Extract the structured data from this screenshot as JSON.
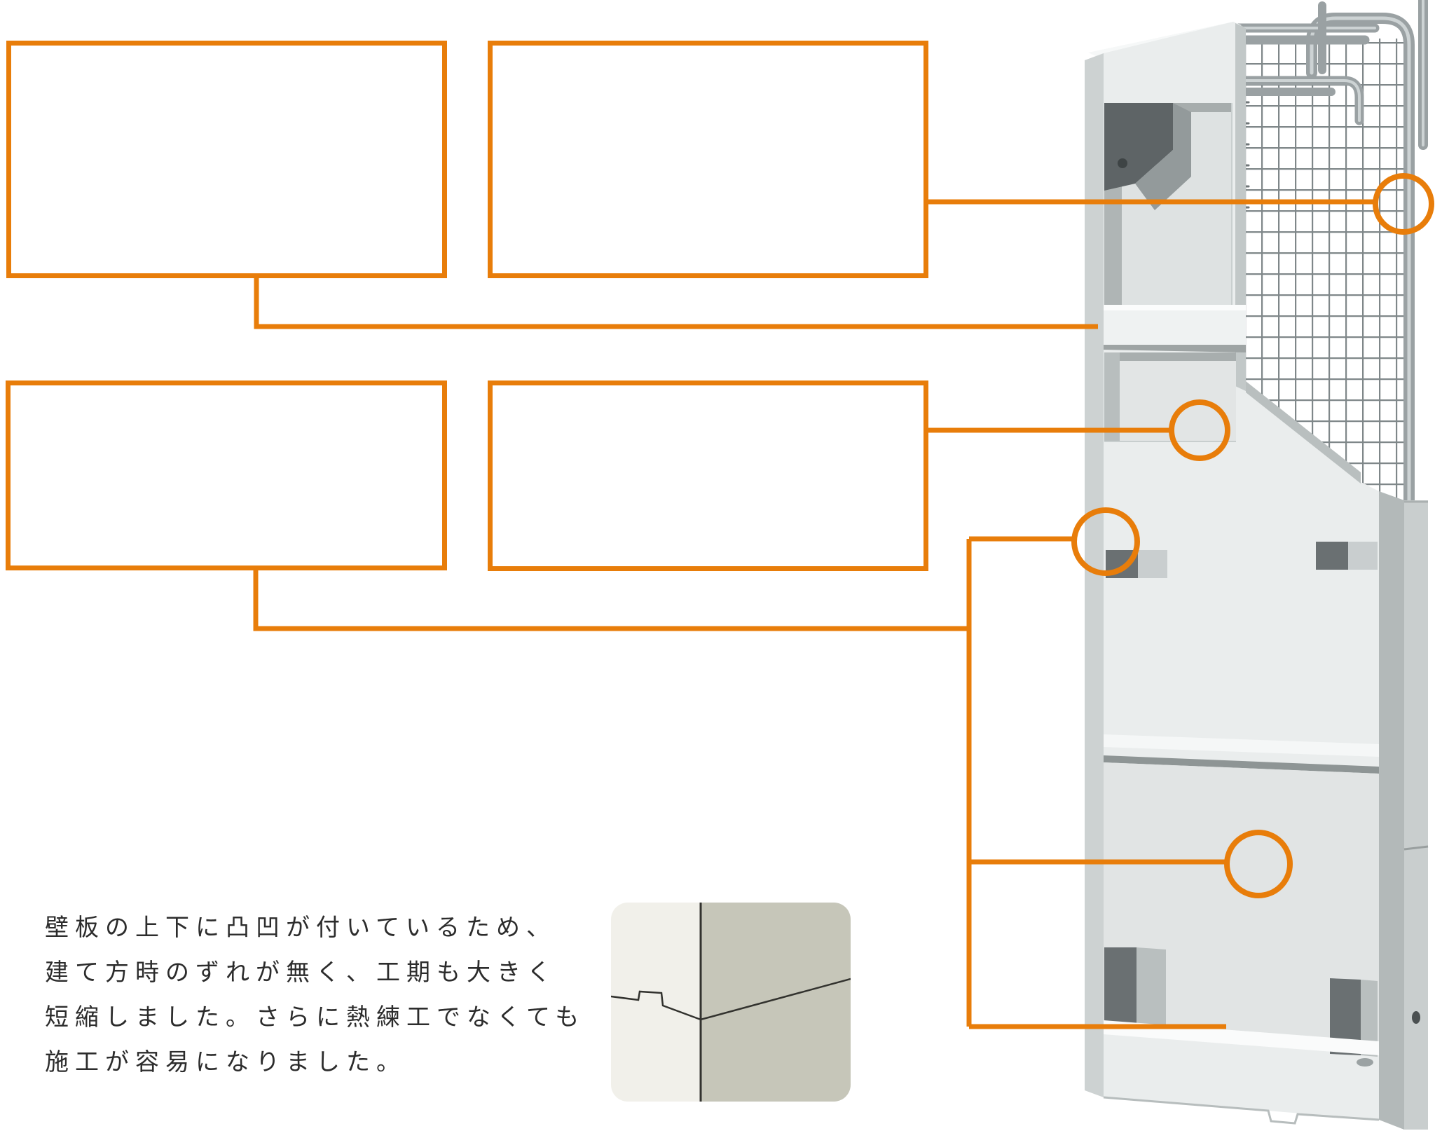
{
  "accent": {
    "color": "#E87D0A"
  },
  "callouts": {
    "top_left": {
      "text": ""
    },
    "top_right": {
      "text": ""
    },
    "mid_left": {
      "text": ""
    },
    "mid_right": {
      "text": ""
    }
  },
  "description": {
    "line1": "壁板の上下に凸凹が付いているため、",
    "line2": "建て方時のずれが無く、工期も大きく",
    "line3": "短縮しました。さらに熱練工でなくても",
    "line4": "施工が容易になりました。"
  },
  "inset": {
    "left_color": "#F1F0EA",
    "right_color": "#C6C6B9",
    "line_color": "#32322E"
  },
  "illustration": {
    "subject": "precast-concrete-wall-panel-with-mesh-and-rebar",
    "panel_face": "#EAEDED",
    "panel_side": "#B3B9B9",
    "panel_edge_light": "#CDD2D2",
    "recess_face": "#DEE2E2",
    "recess_shadow": "#A7ADAD",
    "pocket_dark": "#5E6466",
    "mesh_wire": "#7F8789",
    "rebar": "#9AA1A3",
    "rebar_highlight": "#CDD3D4",
    "text_color": "#2C2C2C"
  }
}
